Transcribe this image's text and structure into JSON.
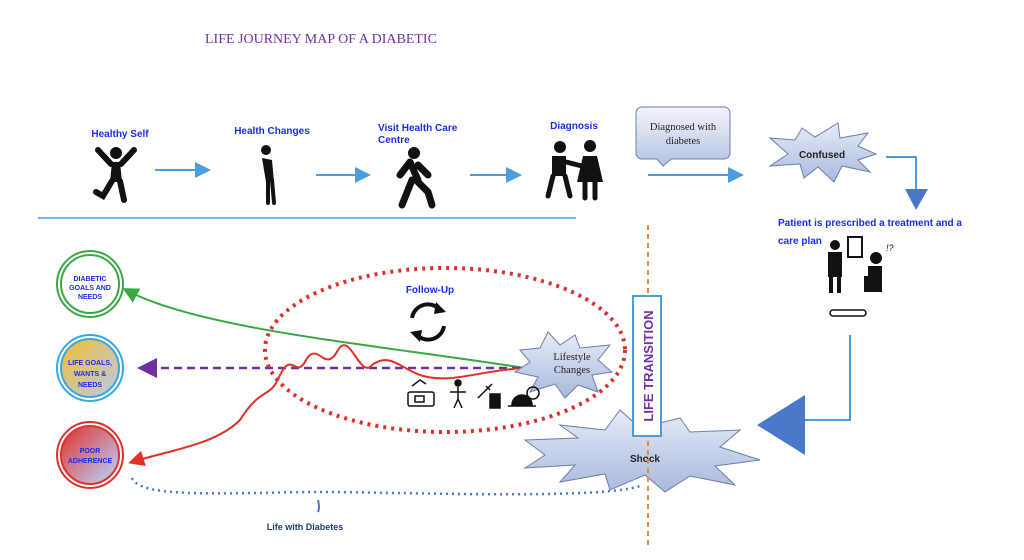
{
  "title": "LIFE JOURNEY MAP OF A DIABETIC",
  "stages": [
    {
      "label": "Healthy Self"
    },
    {
      "label": "Health Changes"
    },
    {
      "label_lines": [
        "Visit Health Care",
        "Centre"
      ]
    },
    {
      "label": "Diagnosis"
    }
  ],
  "callout": {
    "lines": [
      "Diagnosed with",
      "diabetes"
    ]
  },
  "confused": "Confused",
  "treatment": {
    "lines": [
      "Patient is prescribed a treatment and a",
      "care plan"
    ]
  },
  "shock": "Shock",
  "life_transition": "LIFE TRANSITION",
  "follow_up": "Follow-Up",
  "lifestyle": {
    "lines": [
      "Lifestyle",
      "Changes"
    ]
  },
  "outcomes": [
    {
      "lines": [
        "DIABETIC",
        "GOALS AND",
        "NEEDS"
      ],
      "color": "#3aa845"
    },
    {
      "lines": [
        "LIFE GOALS,",
        "WANTS &",
        "NEEDS"
      ],
      "color": "#35a8e0"
    },
    {
      "lines": [
        "POOR",
        "ADHERENCE"
      ],
      "color": "#e0302a"
    }
  ],
  "life_with_diabetes": "Life with Diabetes",
  "colors": {
    "arrow": "#4a9ee0",
    "purple": "#7030a0",
    "red": "#e0302a",
    "green": "#3aa845",
    "orange": "#f08a3a"
  }
}
